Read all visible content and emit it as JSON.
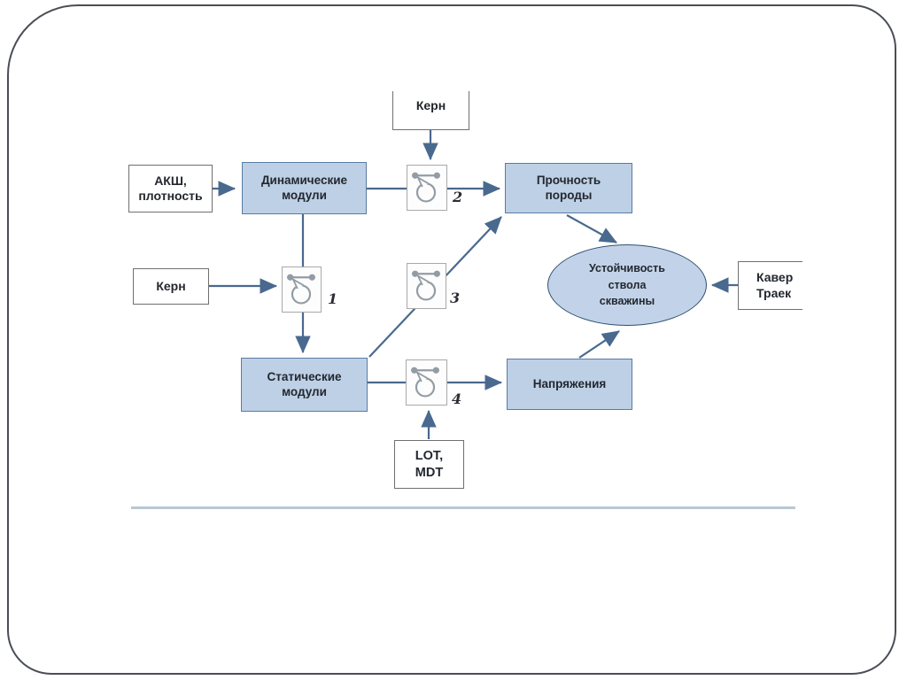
{
  "slide": {
    "background": "#ffffff",
    "border_color": "#4a4e55"
  },
  "diagram": {
    "boxes": {
      "kern_top": {
        "lines": [
          "Керн"
        ]
      },
      "aksh": {
        "lines": [
          "АКШ,",
          "плотность"
        ]
      },
      "dynamic": {
        "lines": [
          "Динамические",
          "модули"
        ]
      },
      "strength": {
        "lines": [
          "Прочность",
          "породы"
        ]
      },
      "kern_left": {
        "lines": [
          "Керн"
        ]
      },
      "static": {
        "lines": [
          "Статические",
          "модули"
        ]
      },
      "stress": {
        "lines": [
          "Напряжения"
        ]
      },
      "lot": {
        "lines": [
          "LOT,",
          "MDT"
        ]
      },
      "kaver": {
        "lines": [
          "Кавер",
          "Траек"
        ]
      }
    },
    "ellipse": {
      "lines": [
        "Устойчивость",
        "ствола",
        "скважины"
      ]
    },
    "icon_labels": {
      "n1": "1",
      "n2": "2",
      "n3": "3",
      "n4": "4"
    },
    "edges": [
      {
        "from": "АКШ, плотность",
        "to": "Динамические модули"
      },
      {
        "from": "Керн (верх)",
        "to": "переход 2"
      },
      {
        "from": "Динамические модули",
        "to": "Прочность породы",
        "via": "2"
      },
      {
        "from": "Динамические модули",
        "to": "Статические модули",
        "via": "1"
      },
      {
        "from": "Керн (слева)",
        "to": "переход 1"
      },
      {
        "from": "Статические модули",
        "to": "Прочность породы",
        "via": "3"
      },
      {
        "from": "Статические модули",
        "to": "Напряжения",
        "via": "4"
      },
      {
        "from": "LOT, MDT",
        "to": "переход 4"
      },
      {
        "from": "Прочность породы",
        "to": "Устойчивость ствола скважины"
      },
      {
        "from": "Напряжения",
        "to": "Устойчивость ствола скважины"
      },
      {
        "from": "Кавер/Траек",
        "to": "Устойчивость ствола скважины"
      }
    ],
    "colors": {
      "node_fill": "#bdd0e6",
      "node_border": "#5a7ba3",
      "white_node_border": "#6f6f6f",
      "ellipse_fill": "#c2d3e9",
      "ellipse_border": "#30506f",
      "arrow": "#49698f",
      "icon_stroke": "#939ca4",
      "divider": "#b8c8d4"
    }
  }
}
